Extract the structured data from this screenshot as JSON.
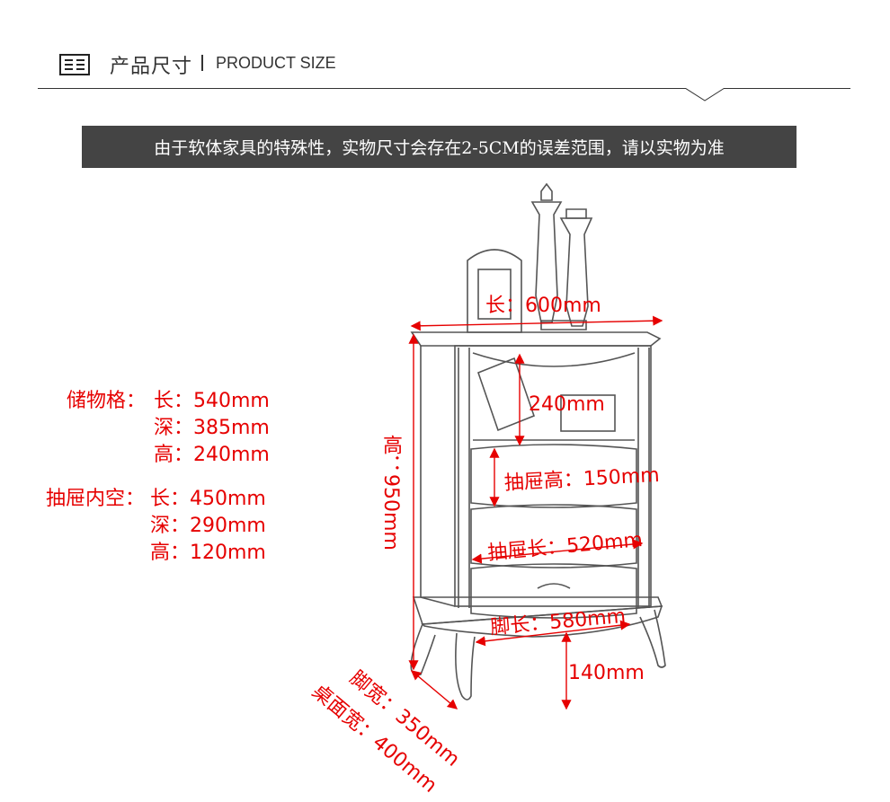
{
  "header": {
    "title_cn": "产品尺寸",
    "title_en": "PRODUCT SIZE"
  },
  "notice": "由于软体家具的特殊性，实物尺寸会存在2-5CM的误差范围，请以实物为准",
  "storage": {
    "label": "储物格：",
    "length": "长：540mm",
    "depth": "深：385mm",
    "height": "高：240mm"
  },
  "drawer_inner": {
    "label": "抽屉内空：",
    "length": "长：450mm",
    "depth": "深：290mm",
    "height": "高：120mm"
  },
  "dimensions": {
    "top_length": "长：600mm",
    "shelf_height": "240mm",
    "total_height": "高：950mm",
    "drawer_height": "抽屉高：150mm",
    "drawer_length": "抽屉长：520mm",
    "leg_length": "脚长：580mm",
    "leg_height": "140mm",
    "leg_width": "脚宽：350mm",
    "top_width": "桌面宽：400mm"
  },
  "colors": {
    "accent_red": "#e60000",
    "banner_bg": "#444444"
  }
}
